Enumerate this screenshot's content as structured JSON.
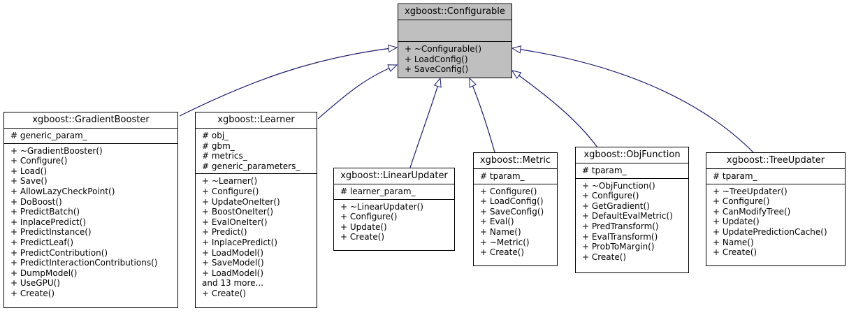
{
  "classes": {
    "configurable": {
      "name": "xgboost::Configurable",
      "attributes": [],
      "methods": [
        "+ ~Configurable()",
        "+ LoadConfig()",
        "+ SaveConfig()"
      ]
    },
    "gradient_booster": {
      "name": "xgboost::GradientBooster",
      "attributes": [
        "# generic_param_"
      ],
      "methods": [
        "+ ~GradientBooster()",
        "+ Configure()",
        "+ Load()",
        "+ Save()",
        "+ AllowLazyCheckPoint()",
        "+ DoBoost()",
        "+ PredictBatch()",
        "+ InplacePredict()",
        "+ PredictInstance()",
        "+ PredictLeaf()",
        "+ PredictContribution()",
        "+ PredictInteractionContributions()",
        "+ DumpModel()",
        "+ UseGPU()",
        "+ Create()"
      ]
    },
    "learner": {
      "name": "xgboost::Learner",
      "attributes": [
        "# obj_",
        "# gbm_",
        "# metrics_",
        "# generic_parameters_"
      ],
      "methods": [
        "+ ~Learner()",
        "+ Configure()",
        "+ UpdateOneIter()",
        "+ BoostOneIter()",
        "+ EvalOneIter()",
        "+ Predict()",
        "+ InplacePredict()",
        "+ LoadModel()",
        "+ SaveModel()",
        "+ LoadModel()",
        "and 13 more...",
        "+ Create()"
      ]
    },
    "linear_updater": {
      "name": "xgboost::LinearUpdater",
      "attributes": [
        "# learner_param_"
      ],
      "methods": [
        "+ ~LinearUpdater()",
        "+ Configure()",
        "+ Update()",
        "+ Create()"
      ]
    },
    "metric": {
      "name": "xgboost::Metric",
      "attributes": [
        "# tparam_"
      ],
      "methods": [
        "+ Configure()",
        "+ LoadConfig()",
        "+ SaveConfig()",
        "+ Eval()",
        "+ Name()",
        "+ ~Metric()",
        "+ Create()"
      ]
    },
    "obj_function": {
      "name": "xgboost::ObjFunction",
      "attributes": [
        "# tparam_"
      ],
      "methods": [
        "+ ~ObjFunction()",
        "+ Configure()",
        "+ GetGradient()",
        "+ DefaultEvalMetric()",
        "+ PredTransform()",
        "+ EvalTransform()",
        "+ ProbToMargin()",
        "+ Create()"
      ]
    },
    "tree_updater": {
      "name": "xgboost::TreeUpdater",
      "attributes": [
        "# tparam_"
      ],
      "methods": [
        "+ ~TreeUpdater()",
        "+ Configure()",
        "+ CanModifyTree()",
        "+ Update()",
        "+ UpdatePredictionCache()",
        "+ Name()",
        "+ Create()"
      ]
    }
  },
  "colors": {
    "edge": "#191970",
    "base_fill": "#bfbfbf",
    "border": "#000000"
  }
}
